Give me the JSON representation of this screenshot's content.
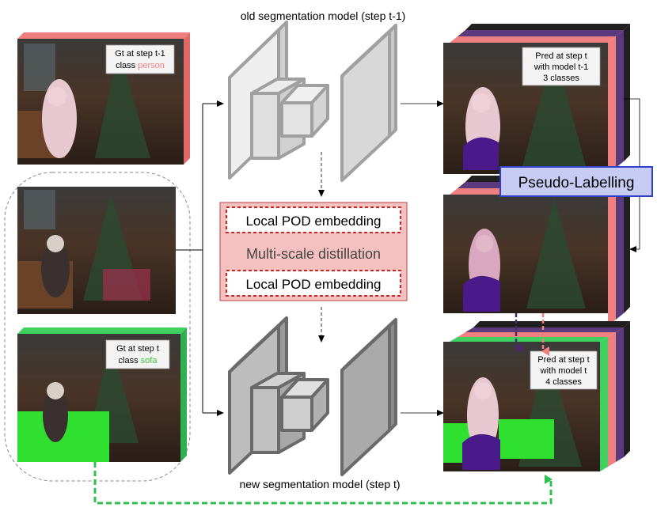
{
  "titles": {
    "old_model": "old segmentation model (step t-1)",
    "new_model": "new segmentation model (step t)"
  },
  "gt_prev": {
    "line1": "Gt at step t-1",
    "class_prefix": "class ",
    "class_name": "person",
    "class_color": "#f08080"
  },
  "gt_curr": {
    "line1": "Gt at step t",
    "class_prefix": "class ",
    "class_name": "sofa",
    "class_color": "#3cc43c"
  },
  "pred_prev": {
    "line1": "Pred at step t",
    "line2": "with model t-1",
    "line3": "3 classes"
  },
  "pred_curr": {
    "line1": "Pred at step t",
    "line2": "with model t",
    "line3": "4 classes"
  },
  "distill": {
    "top_label": "Local POD embedding",
    "center_label": "Multi-scale distillation",
    "bottom_label": "Local POD embedding"
  },
  "pseudo_label": "Pseudo-Labelling",
  "colors": {
    "person": "#f08080",
    "sofa": "#40d060",
    "purple": "#5a3a7a",
    "black": "#202020",
    "distill_bg": "#f4c0c0",
    "distill_border": "#c04040",
    "pseudo_bg": "#c8ccf4",
    "pseudo_border": "#3040c8"
  }
}
